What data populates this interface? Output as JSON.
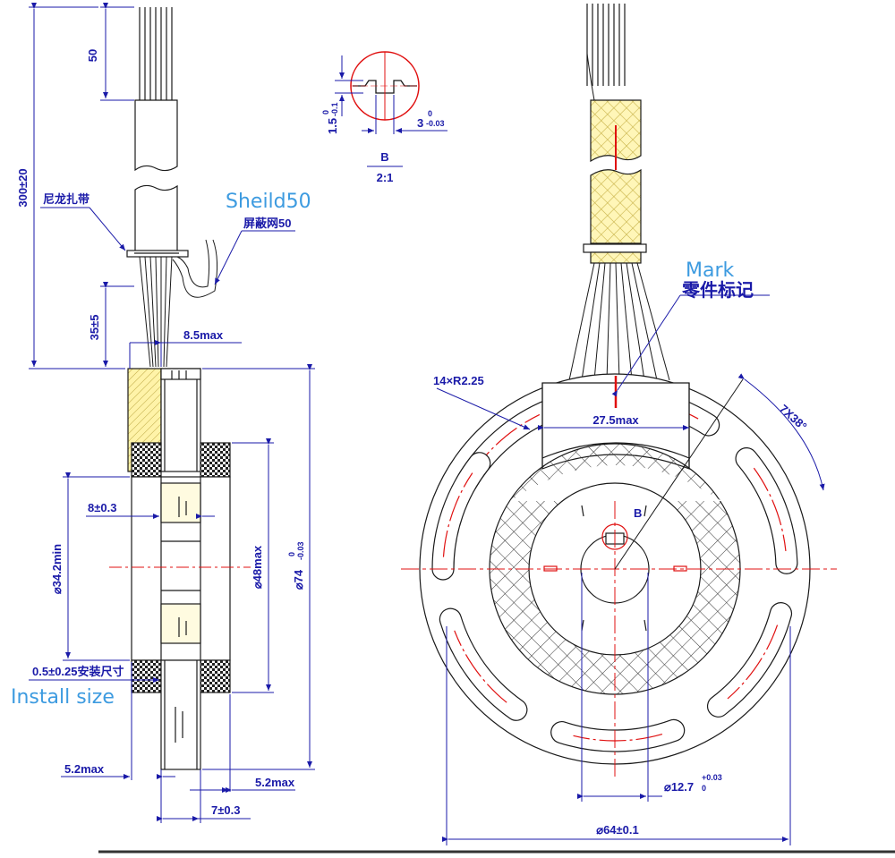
{
  "side_view": {
    "dim_50": "50",
    "dim_300": "300±20",
    "nylon_tie_label": "尼龙扎带",
    "shield_label_en": "Sheild50",
    "shield_label_cn": "屏蔽网50",
    "dim_35": "35±5",
    "dim_8_5max": "8.5max",
    "dim_8": "8±0.3",
    "dim_34_2": "⌀34.2min",
    "dim_48": "⌀48max",
    "dim_74": "⌀74",
    "dim_74_tol_upper": "0",
    "dim_74_tol_lower": "-0.03",
    "dim_install": "0.5±0.25安装尺寸",
    "install_label_en": "Install size",
    "dim_5_2_left": "5.2max",
    "dim_5_2_right": "5.2max",
    "dim_7": "7±0.3"
  },
  "detail_b": {
    "dim_1_5": "1.5",
    "dim_1_5_tol_upper": "0",
    "dim_1_5_tol_lower": "-0.1",
    "dim_3": "3",
    "dim_3_tol_upper": "0",
    "dim_3_tol_lower": "-0.03",
    "label": "B",
    "scale": "2:1"
  },
  "front_view": {
    "mark_en": "Mark",
    "mark_cn": "零件标记",
    "dim_14xr": "14×R2.25",
    "dim_27_5": "27.5max",
    "dim_7x38": "7X38°",
    "label_b": "B",
    "dim_12_7": "⌀12.7",
    "dim_12_7_tol_upper": "+0.03",
    "dim_12_7_tol_lower": "0",
    "dim_64": "⌀64±0.1"
  },
  "colors": {
    "outline": "#1a1a1a",
    "dimension": "#1a1aa8",
    "centerline": "#e01010",
    "annotation": "#3d9be0",
    "shield_fill": "#fff3a8"
  }
}
